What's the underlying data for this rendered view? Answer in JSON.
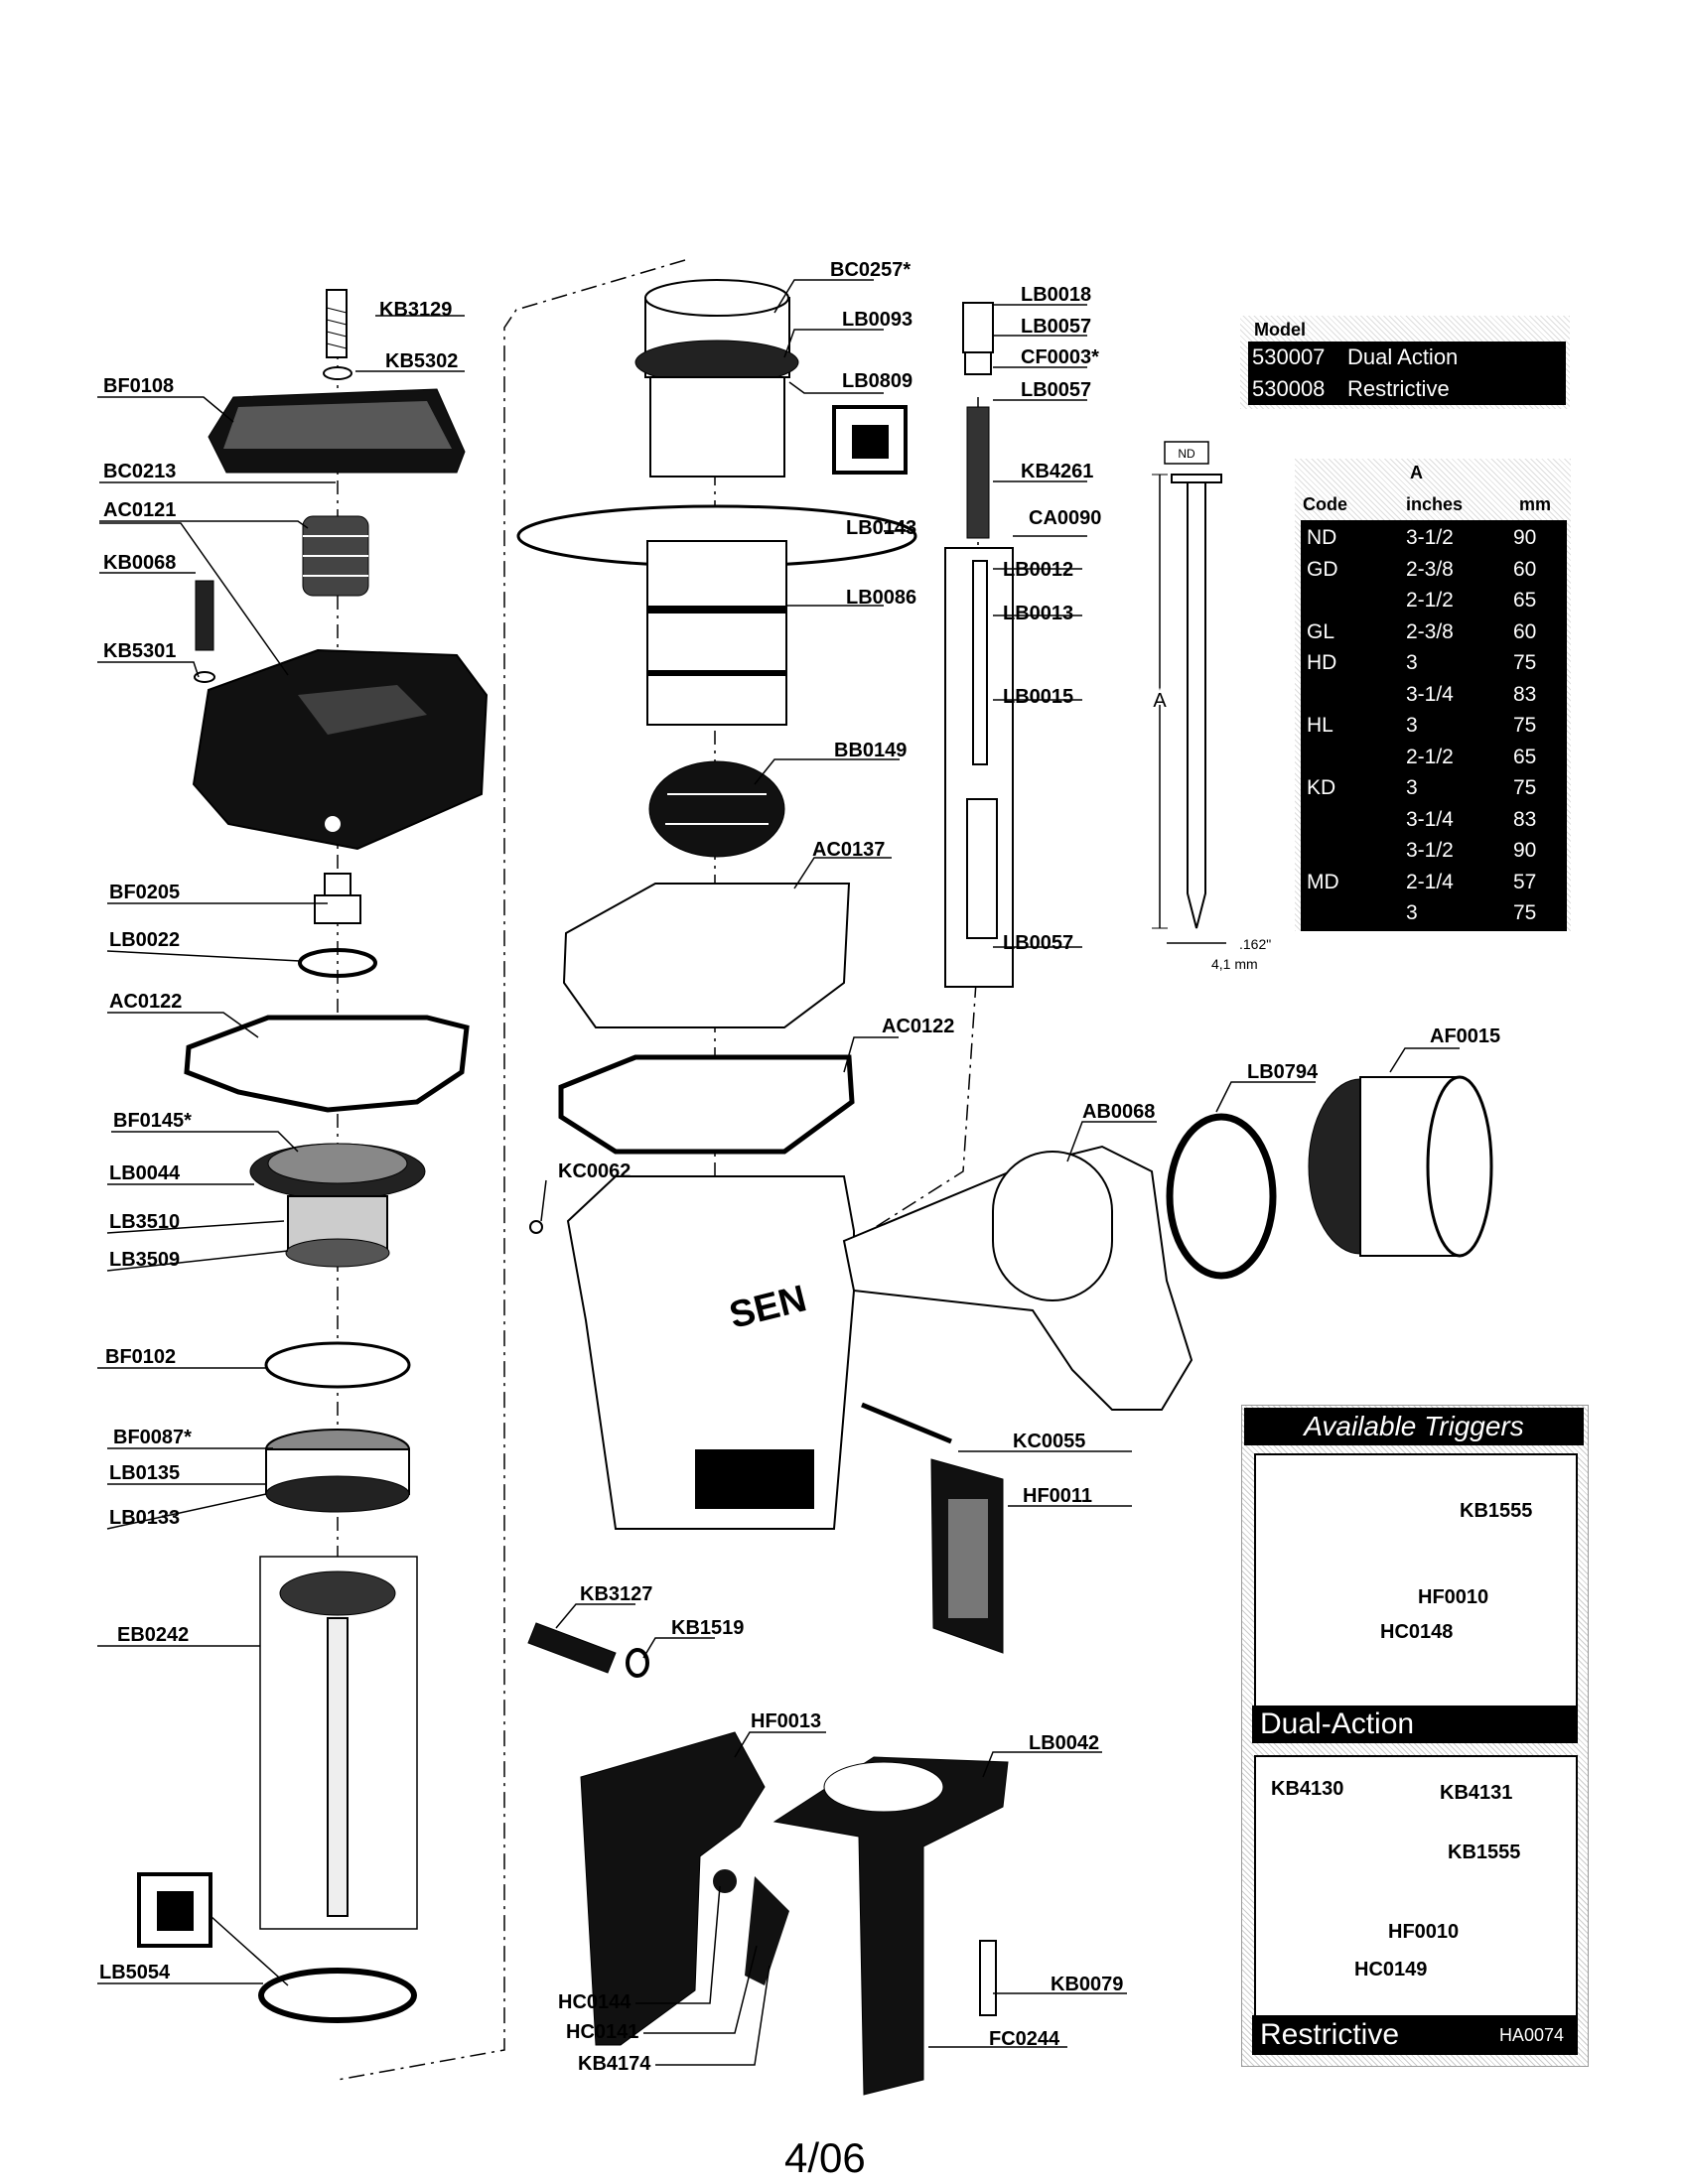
{
  "parts": {
    "kb3129": "KB3129",
    "kb5302": "KB5302",
    "bf0108": "BF0108",
    "bc0213": "BC0213",
    "ac0121": "AC0121",
    "kb0068": "KB0068",
    "kb5301": "KB5301",
    "bf0205": "BF0205",
    "lb0022": "LB0022",
    "ac0122a": "AC0122",
    "bf0145": "BF0145*",
    "lb0044": "LB0044",
    "lb3510": "LB3510",
    "lb3509": "LB3509",
    "bf0102": "BF0102",
    "bf0087": "BF0087*",
    "lb0135": "LB0135",
    "lb0133": "LB0133",
    "eb0242": "EB0242",
    "lb5054": "LB5054",
    "bc0257": "BC0257*",
    "lb0093": "LB0093",
    "lb0809": "LB0809",
    "lb0143": "LB0143",
    "lb0086": "LB0086",
    "bb0149": "BB0149",
    "ac0137": "AC0137",
    "ac0122b": "AC0122",
    "kc0062": "KC0062",
    "lb0018": "LB0018",
    "lb0057a": "LB0057",
    "cf0003": "CF0003*",
    "lb0057b": "LB0057",
    "kb4261": "KB4261",
    "ca0090": "CA0090",
    "lb0012": "LB0012",
    "lb0013": "LB0013",
    "lb0015": "LB0015",
    "lb0057c": "LB0057",
    "lb0794": "LB0794",
    "af0015": "AF0015",
    "ab0068": "AB0068",
    "kc0055": "KC0055",
    "hf0011": "HF0011",
    "kb3127": "KB3127",
    "kb1519": "KB1519",
    "hf0013": "HF0013",
    "lb0042": "LB0042",
    "hc0144": "HC0144",
    "hc0141": "HC0141",
    "kb4174": "KB4174",
    "kb0079": "KB0079",
    "fc0244": "FC0244",
    "kb1555a": "KB1555",
    "hf0010a": "HF0010",
    "hc0148": "HC0148",
    "kb4130": "KB4130",
    "kb4131": "KB4131",
    "kb1555b": "KB1555",
    "hf0010b": "HF0010",
    "hc0149": "HC0149"
  },
  "model_table": {
    "header": "Model",
    "rows": [
      {
        "code": "530007",
        "name": "Dual Action"
      },
      {
        "code": "530008",
        "name": "Restrictive"
      }
    ]
  },
  "nail_dims": {
    "tag": "ND",
    "dim_label": "A",
    "shank_in": ".162\"",
    "shank_mm": "4,1 mm"
  },
  "spec_table": {
    "col_a": "A",
    "headers": [
      "Code",
      "inches",
      "mm"
    ],
    "rows": [
      {
        "code": "ND",
        "inches": "3-1/2",
        "mm": "90"
      },
      {
        "code": "GD",
        "inches": "2-3/8",
        "mm": "60"
      },
      {
        "code": "",
        "inches": "2-1/2",
        "mm": "65"
      },
      {
        "code": "GL",
        "inches": "2-3/8",
        "mm": "60"
      },
      {
        "code": "HD",
        "inches": "3",
        "mm": "75"
      },
      {
        "code": "",
        "inches": "3-1/4",
        "mm": "83"
      },
      {
        "code": "HL",
        "inches": "3",
        "mm": "75"
      },
      {
        "code": "",
        "inches": "2-1/2",
        "mm": "65"
      },
      {
        "code": "KD",
        "inches": "3",
        "mm": "75"
      },
      {
        "code": "",
        "inches": "3-1/4",
        "mm": "83"
      },
      {
        "code": "",
        "inches": "3-1/2",
        "mm": "90"
      },
      {
        "code": "MD",
        "inches": "2-1/4",
        "mm": "57"
      },
      {
        "code": "",
        "inches": "3",
        "mm": "75"
      }
    ]
  },
  "triggers": {
    "title": "Available Triggers",
    "dual_label": "Dual-Action",
    "restrictive_label": "Restrictive",
    "code": "HA0074"
  },
  "brand_mark": "SEN",
  "page_number": "4/06"
}
